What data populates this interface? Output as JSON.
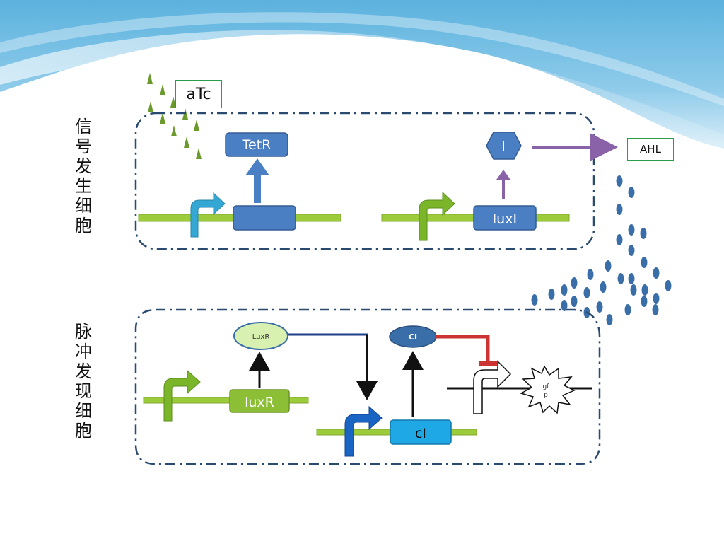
{
  "background": {
    "wave_color": "#5aaed9",
    "wave_light": "#d8eef8"
  },
  "colors": {
    "backbone": "#9ccc3c",
    "box_blue": "#4a7fc4",
    "box_green": "#8dbf36",
    "box_cyan": "#1ea8e6",
    "promoter_cyan": "#35a7d4",
    "promoter_green": "#7ab52a",
    "promoter_blue": "#1a64c4",
    "ahl_arrow": "#8a62a8",
    "repress_red": "#cc3333",
    "dots": "#3a6ea8",
    "atc": "#6a9a2c",
    "frame": "#2a4a70",
    "dna_black": "#111111"
  },
  "sections": {
    "sender_label": "信号发生细胞",
    "pulse_label": "脉冲发现细胞"
  },
  "molecules": {
    "atc": "aTc",
    "ahl": "AHL"
  },
  "sender": {
    "tetr_label": "TetR",
    "i_label": "I",
    "luxi_label": "luxI"
  },
  "pulse": {
    "luxr_protein": "LuxR",
    "luxr_gene": "luxR",
    "ci_protein": "CI",
    "ci_gene": "cI",
    "gfp_label_line1": "gf",
    "gfp_label_line2": "p"
  }
}
